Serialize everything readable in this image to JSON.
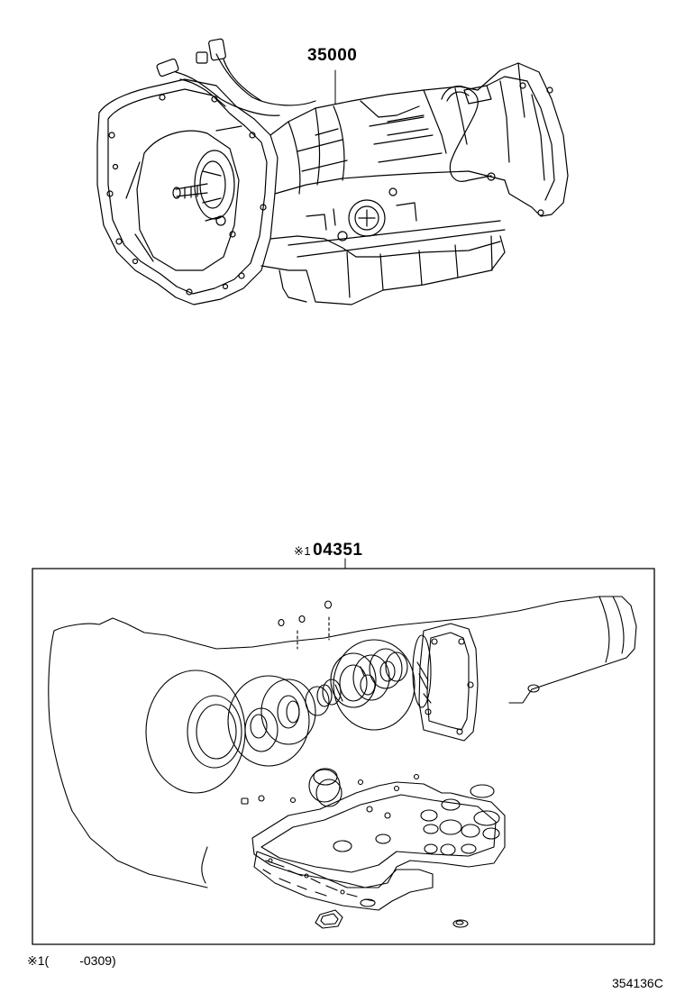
{
  "parts": {
    "transmission_assy": {
      "part_no": "35000"
    },
    "overhaul_gasket_kit": {
      "mark": "※1",
      "part_no": "04351"
    }
  },
  "footnote": {
    "mark": "※1",
    "open": "(",
    "range": "-0309)"
  },
  "illustration_code": "354136C"
}
